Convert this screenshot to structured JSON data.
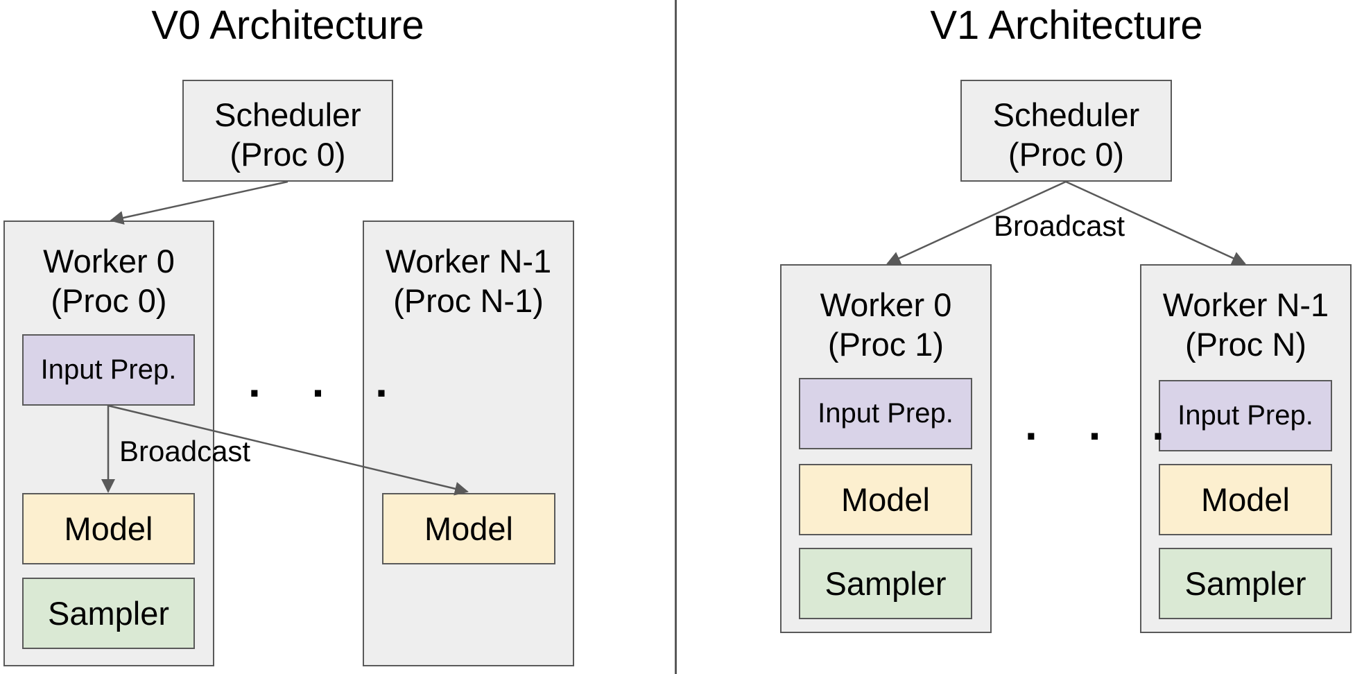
{
  "v0": {
    "title": "V0 Architecture",
    "scheduler": {
      "line1": "Scheduler",
      "line2": "(Proc 0)"
    },
    "worker0": {
      "line1": "Worker 0",
      "line2": "(Proc 0)",
      "input_prep": "Input Prep.",
      "model": "Model",
      "sampler": "Sampler"
    },
    "workerN": {
      "line1": "Worker N-1",
      "line2": "(Proc N-1)",
      "model": "Model"
    },
    "broadcast": "Broadcast",
    "ellipsis": ". . ."
  },
  "v1": {
    "title": "V1 Architecture",
    "scheduler": {
      "line1": "Scheduler",
      "line2": "(Proc 0)"
    },
    "broadcast": "Broadcast",
    "worker0": {
      "line1": "Worker 0",
      "line2": "(Proc 1)",
      "input_prep": "Input Prep.",
      "model": "Model",
      "sampler": "Sampler"
    },
    "workerN": {
      "line1": "Worker N-1",
      "line2": "(Proc N)",
      "input_prep": "Input Prep.",
      "model": "Model",
      "sampler": "Sampler"
    },
    "ellipsis": ". . ."
  },
  "colors": {
    "box_fill": "#eeeeee",
    "border": "#595959",
    "input_prep": "#d9d3e8",
    "model": "#fcefcf",
    "sampler": "#dae9d4",
    "arrow": "#595959",
    "divider": "#595959"
  }
}
